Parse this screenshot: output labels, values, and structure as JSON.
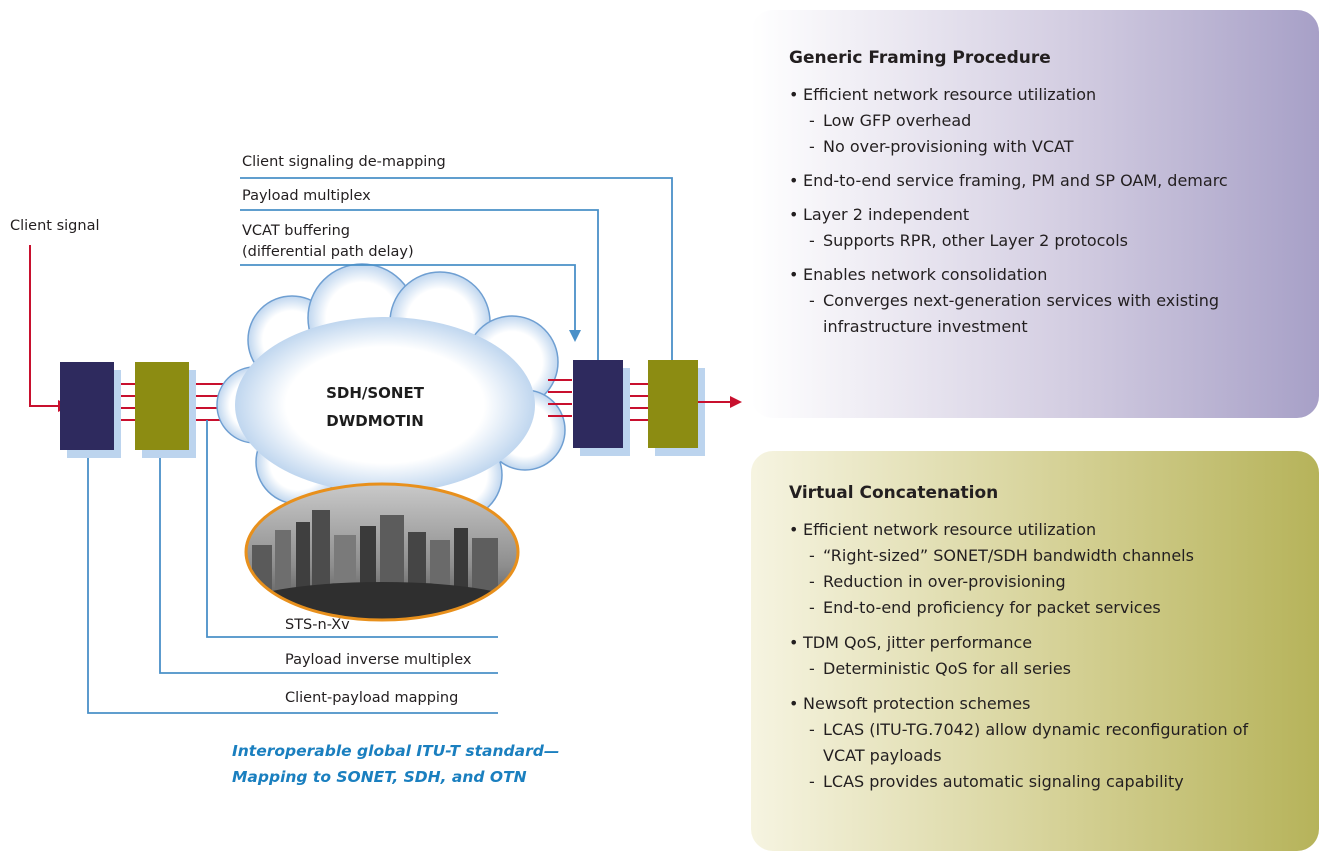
{
  "gfp_panel": {
    "title": "Generic Framing Procedure",
    "bullets": [
      {
        "text": "Efficient network resource utilization",
        "subs": [
          "Low GFP overhead",
          "No over-provisioning with VCAT"
        ]
      },
      {
        "text": "End-to-end service framing, PM and SP OAM, demarc",
        "subs": []
      },
      {
        "text": "Layer 2 independent",
        "subs": [
          "Supports RPR, other Layer 2 protocols"
        ]
      },
      {
        "text": "Enables network consolidation",
        "subs": [
          "Converges next-generation services with existing infrastructure investment"
        ]
      }
    ]
  },
  "vcat_panel": {
    "title": "Virtual Concatenation",
    "bullets": [
      {
        "text": "Efficient network resource utilization",
        "subs": [
          "“Right-sized” SONET/SDH bandwidth channels",
          "Reduction in over-provisioning",
          "End-to-end proficiency for packet services"
        ]
      },
      {
        "text": "TDM QoS, jitter performance",
        "subs": [
          "Deterministic QoS for all series"
        ]
      },
      {
        "text": "Newsoft protection schemes",
        "subs": [
          "LCAS (ITU-TG.7042) allow dynamic reconfiguration of VCAT payloads",
          "LCAS provides automatic signaling capability"
        ]
      }
    ]
  },
  "diagram": {
    "client_signal": "Client signal",
    "top_labels": {
      "demapping": "Client signaling de-mapping",
      "payload_multiplex": "Payload multiplex",
      "vcat_buffering_1": "VCAT buffering",
      "vcat_buffering_2": "(differential path delay)"
    },
    "cloud_line1": "SDH/SONET",
    "cloud_line2": "DWDMOTIN",
    "bottom_labels": {
      "sts": "STS-n-Xv",
      "inverse_multiplex": "Payload inverse multiplex",
      "client_payload_mapping": "Client-payload mapping"
    },
    "caption_line1": "Interoperable global ITU-T standard—",
    "caption_line2": "Mapping to SONET, SDH, and OTN",
    "colors": {
      "signal_red": "#c8102e",
      "line_blue": "#4a90c8",
      "navy_box": "#2e2a5e",
      "olive_box": "#8c8c12",
      "caption_blue": "#1a7fbf"
    }
  }
}
